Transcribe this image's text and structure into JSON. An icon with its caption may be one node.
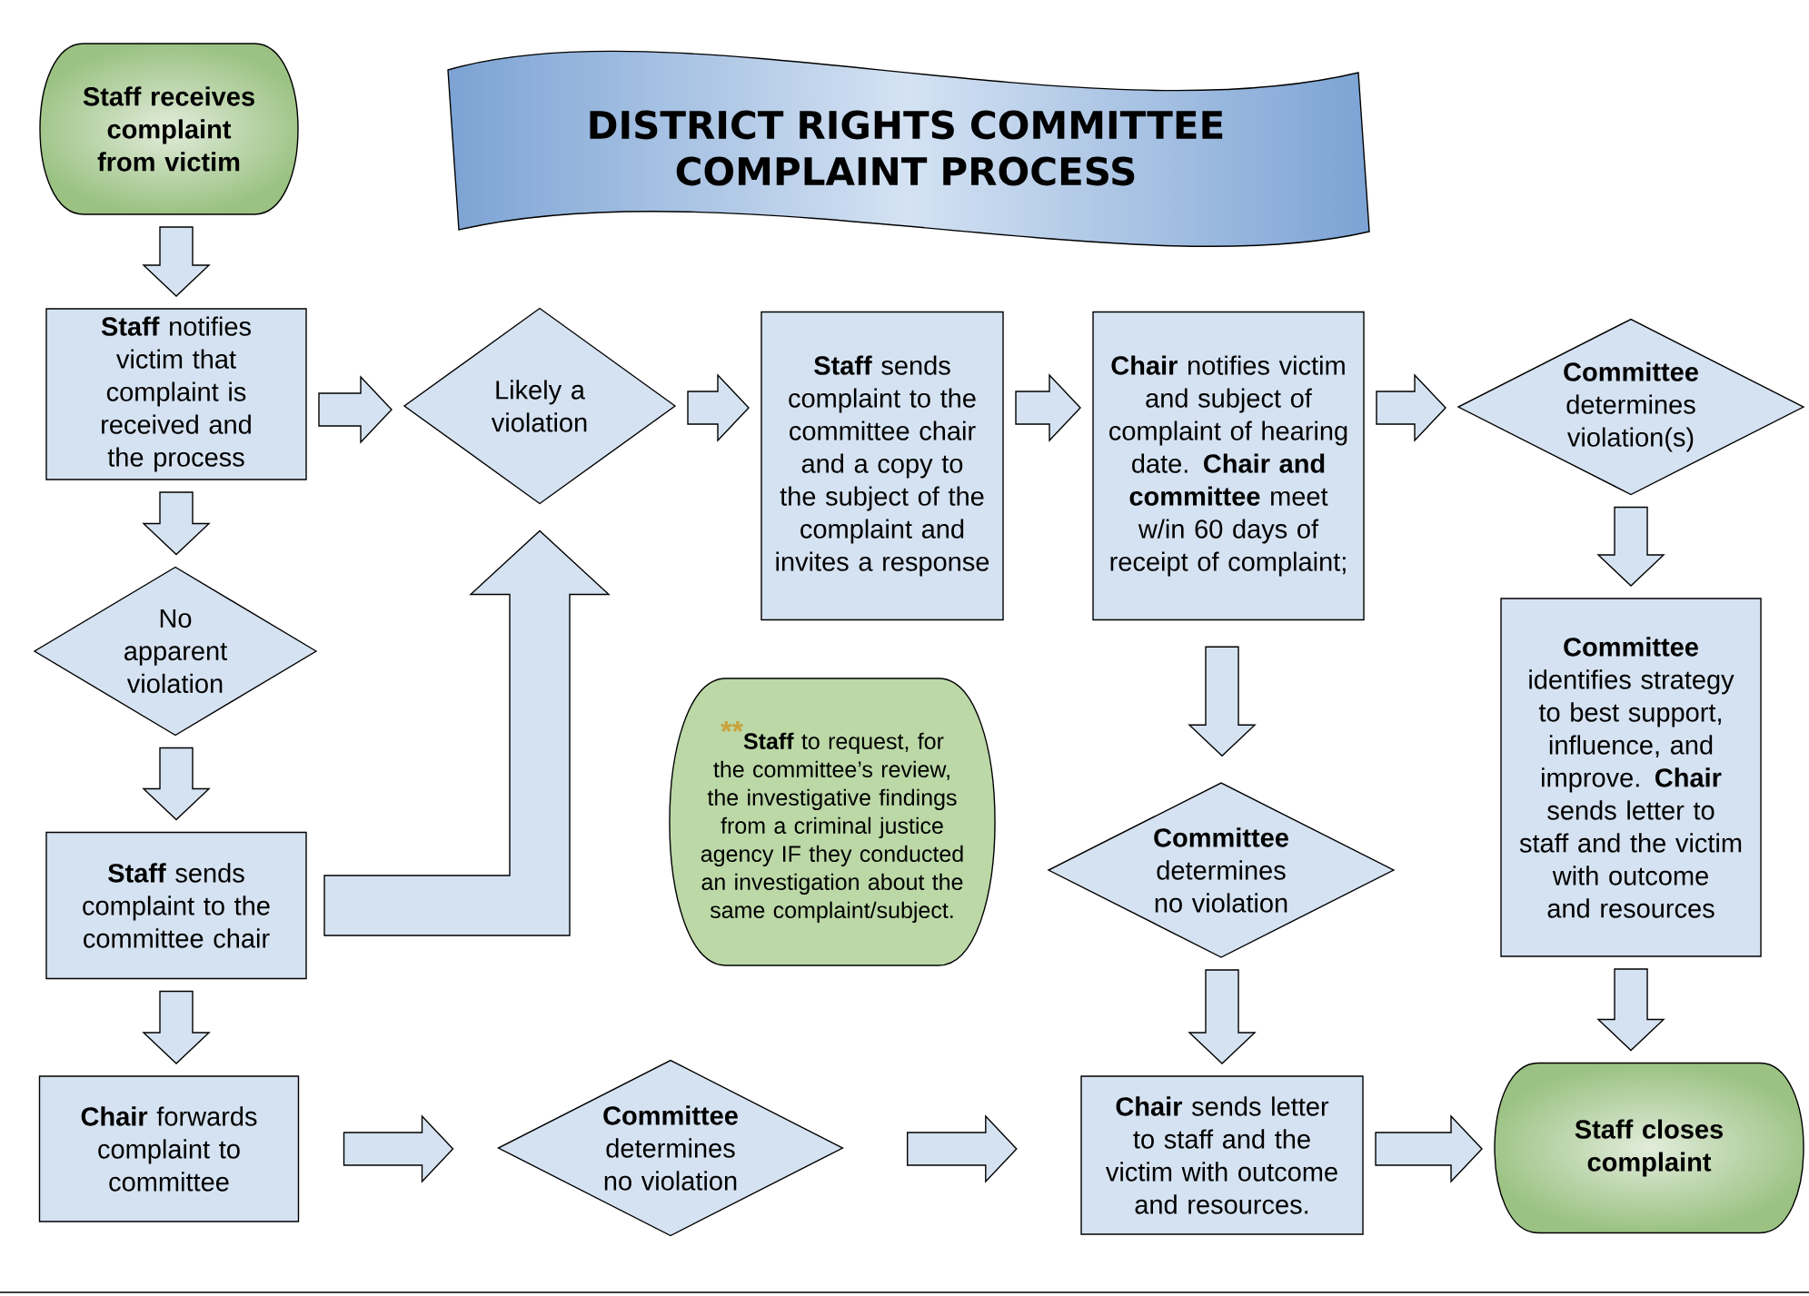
{
  "diagram": {
    "title": "DISTRICT RIGHTS COMMITTEE COMPLAINT PROCESS",
    "nodes": [
      {
        "text": [
          "Staff receives complaint from victim"
        ]
      },
      {
        "text": [
          "**Staff** notifies victim that complaint is received and the process"
        ]
      },
      {
        "text": [
          "Likely a violation"
        ]
      },
      {
        "text": [
          "**Staff** sends complaint to the committee chair and a copy to the subject of the complaint and invites a response"
        ]
      },
      {
        "text": [
          "**Chair** notifies victim and subject of complaint of hearing date. **Chair and committee** meet w/in 60 days of receipt of complaint;"
        ]
      },
      {
        "text": [
          "**Committee** determines violation(s)"
        ]
      },
      {
        "text": [
          "No apparent violation"
        ]
      },
      {
        "text": [
          "**Committee** identifies strategy to best support, influence, and improve. **Chair** sends letter to staff and the victim with outcome and resources"
        ]
      },
      {
        "text": [
          "**",
          "**Staff** to request, for the committee’s review, the investigative findings from a criminal justice agency IF they conducted an investigation about the same complaint/subject."
        ]
      },
      {
        "text": [
          "**Staff** sends complaint to the committee chair"
        ]
      },
      {
        "text": [
          "**Committee** determines no violation"
        ]
      },
      {
        "text": [
          "**Chair** forwards complaint to committee"
        ]
      },
      {
        "text": [
          "**Committee** determines no violation"
        ]
      },
      {
        "text": [
          "**Chair** sends letter to staff and the victim with outcome and resources."
        ]
      },
      {
        "text": [
          "Staff closes complaint"
        ]
      }
    ],
    "edges": [
      {
        "from": 0,
        "to": 1,
        "arrow": "to"
      },
      {
        "from": 1,
        "to": 2,
        "arrow": "to"
      },
      {
        "from": 2,
        "to": 3,
        "arrow": "to"
      },
      {
        "from": 3,
        "to": 4,
        "arrow": "to"
      },
      {
        "from": 4,
        "to": 5,
        "arrow": "to"
      },
      {
        "from": 5,
        "to": 7,
        "arrow": "to"
      },
      {
        "from": 7,
        "to": 14,
        "arrow": "to"
      },
      {
        "from": 1,
        "to": 6,
        "arrow": "to"
      },
      {
        "from": 6,
        "to": 9,
        "arrow": "to"
      },
      {
        "from": 9,
        "to": 2,
        "arrow": "to"
      },
      {
        "from": 9,
        "to": 11,
        "arrow": "to"
      },
      {
        "from": 11,
        "to": 12,
        "arrow": "to"
      },
      {
        "from": 12,
        "to": 13,
        "arrow": "to"
      },
      {
        "from": 13,
        "to": 14,
        "arrow": "to"
      },
      {
        "from": 4,
        "to": 10,
        "arrow": "to"
      },
      {
        "from": 10,
        "to": 13,
        "arrow": "to"
      }
    ]
  }
}
